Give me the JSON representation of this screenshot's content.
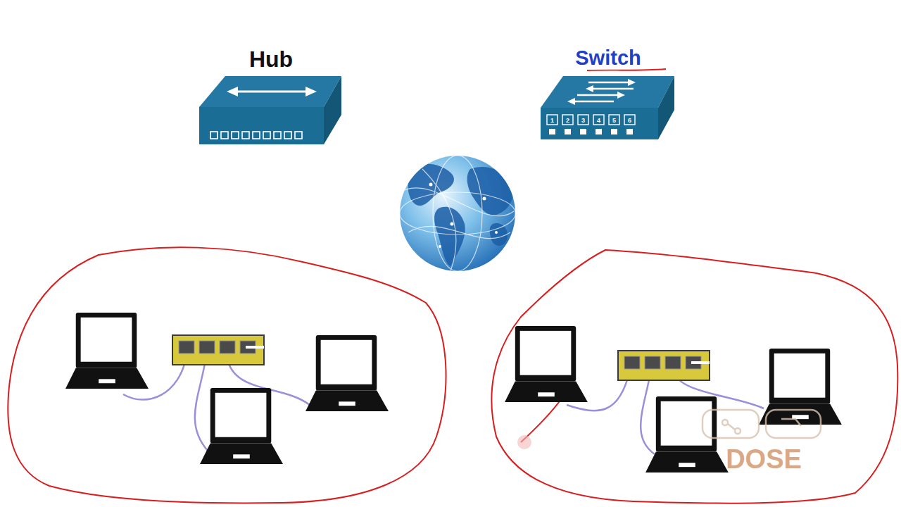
{
  "diagram": {
    "nodes": [
      {
        "text": [
          "Hub"
        ]
      },
      {
        "text": [
          "Switch"
        ]
      }
    ],
    "labels": [
      "1",
      "2",
      "3",
      "4",
      "5",
      "6",
      "DOSE"
    ]
  }
}
